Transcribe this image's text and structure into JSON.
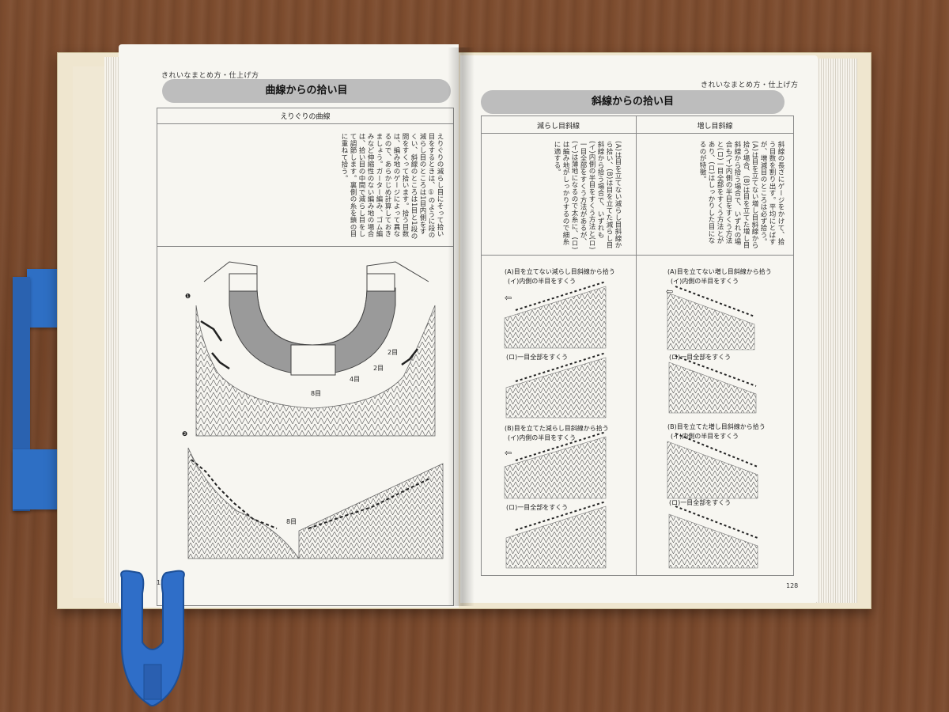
{
  "left_page": {
    "running_head": "きれいなまとめ方・仕上げ方",
    "title": "曲線からの拾い目",
    "column_header": "えりぐりの曲線",
    "body_text": "えりぐりの減らし目にそって拾い目をするときは、①のように段の減らし目のところは1目内側をすくい、斜線のところは1目と1段の間をすくって拾います。拾う目数は、編み地のゲージによって異なるので、あらかじめ計算しておきましょう。ガーター編み、ゴム編みなど伸縮性のない編み地の場合は、拾い目の中間で減らし目をして調節します。裏側の糸を鎖の目に重ねて拾う。",
    "labels": [
      "2目",
      "2目",
      "4目",
      "8目",
      "8目"
    ],
    "fig_markers": [
      "❶",
      "❷"
    ],
    "page_number": "127"
  },
  "right_page": {
    "running_head": "きれいなまとめ方・仕上げ方",
    "title": "斜線からの拾い目",
    "columns": [
      {
        "header": "減らし目斜線",
        "body_text": "(A)は目を立てない減らし目斜線から拾い、(B)は目を立てた減らし目斜線から拾う場合で、いずれも(イ)内側の半目をすくう方法と(ロ)一目全部をすくう方法があるが、(イ)は薄地になるので太糸に、(ロ)は編み地がしっかりするので細糸に適する。",
        "captions": [
          "(A)目を立てない減らし目斜線から拾う",
          "(イ)内側の半目をすくう",
          "(ロ)一目全部をすくう",
          "(B)目を立てた減らし目斜線から拾う",
          "(イ)内側の半目をすくう",
          "(ロ)一目全部をすくう"
        ]
      },
      {
        "header": "増し目斜線",
        "body_text": "斜線の長さにゲージをかけて、拾う目数を割り出す。平均にとばすが、増減目のところは必ず拾う。(A)は目を立てない増し目斜線から拾う場合、(B)は目を立てた増し目斜線から拾う場合で、いずれの場合も(イ)内側の半目をすくう方法と(ロ)一目全部をすくう方法とがあり、(ロ)はしっかりした目になるのが特徴。",
        "captions": [
          "(A)目を立てない増し目斜線から拾う",
          "(イ)内側の半目をすくう",
          "(ロ)一目全部をすくう",
          "(B)目を立てた増し目斜線から拾う",
          "(イ)内側の半目をすくう",
          "(ロ)一目全部をすくう"
        ]
      }
    ],
    "page_number": "128"
  },
  "colors": {
    "banner": "#bdbdbd",
    "paper": "#f7f6f1",
    "clip": "#2e6fc4",
    "wood": "#7a4a2c"
  },
  "icons": [
    "left-arrow-icon",
    "binder-clip-icon"
  ]
}
